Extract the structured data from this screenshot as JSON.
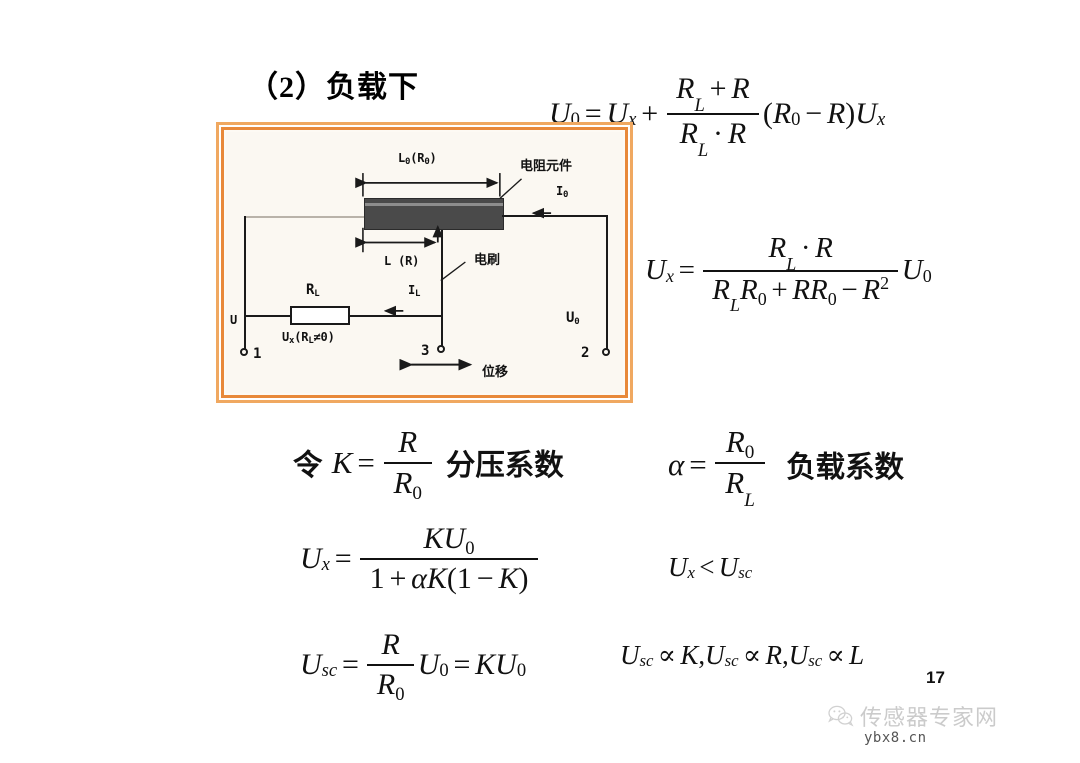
{
  "slide": {
    "heading": "（2）负载下",
    "page_number": "17"
  },
  "formulas": {
    "u0": {
      "lhs": "U",
      "lhs_sub": "0",
      "eq": "=",
      "t1": "U",
      "t1_sub": "x",
      "plus": "+",
      "frac_num_a": "R",
      "frac_num_a_sub": "L",
      "frac_num_op": "+",
      "frac_num_b": "R",
      "frac_den_a": "R",
      "frac_den_a_sub": "L",
      "frac_den_op": "·",
      "frac_den_b": "R",
      "tail_open": "(",
      "tail_r0": "R",
      "tail_r0_sub": "0",
      "tail_minus": "−",
      "tail_r": "R",
      "tail_close": ")",
      "tail_u": "U",
      "tail_u_sub": "x"
    },
    "ux": {
      "lhs": "U",
      "lhs_sub": "x",
      "eq": "=",
      "num_a": "R",
      "num_a_sub": "L",
      "num_op": "·",
      "num_b": "R",
      "den": "R",
      "den_l": "L",
      "den_r0": "R",
      "den_r0_sub": "0",
      "den_plus": "+",
      "den_rr": "RR",
      "den_rr_sub": "0",
      "den_minus": "−",
      "den_rsq": "R",
      "den_rsq_sup": "2",
      "tail_u": "U",
      "tail_u_sub": "0"
    },
    "k_definition": {
      "prefix": "令",
      "symbol": "K",
      "eq": "=",
      "num": "R",
      "den": "R",
      "den_sub": "0",
      "label": "分压系数"
    },
    "alpha_definition": {
      "symbol": "α",
      "eq": "=",
      "num": "R",
      "num_sub": "0",
      "den": "R",
      "den_sub": "L",
      "label": "负载系数"
    },
    "ux_k": {
      "lhs": "U",
      "lhs_sub": "x",
      "eq": "=",
      "num_k": "KU",
      "num_sub": "0",
      "den_one": "1",
      "den_plus": "+",
      "den_alpha": "α",
      "den_k": "K",
      "den_open": "(",
      "den_one2": "1",
      "den_minus": "−",
      "den_k2": "K",
      "den_close": ")"
    },
    "inequality": {
      "lhs": "U",
      "lhs_sub": "x",
      "op": "<",
      "rhs": "U",
      "rhs_sub": "sc"
    },
    "usc": {
      "lhs": "U",
      "lhs_sub": "sc",
      "eq": "=",
      "num": "R",
      "den": "R",
      "den_sub": "0",
      "u": "U",
      "u_sub": "0",
      "eq2": "=",
      "ku": "KU",
      "ku_sub": "0"
    },
    "proportionality": {
      "p1_u": "U",
      "p1_sub": "sc",
      "p1_op": "∝",
      "p1_val": "K",
      "comma1": ",",
      "p2_u": "U",
      "p2_sub": "sc",
      "p2_op": "∝",
      "p2_val": "R",
      "comma2": ",",
      "p3_u": "U",
      "p3_sub": "sc",
      "p3_op": "∝",
      "p3_val": "L"
    }
  },
  "figure": {
    "labels": {
      "total_length": "L",
      "total_length_sub": "0",
      "total_length_paren": "(R",
      "total_length_paren_sub": "0",
      "total_length_paren_close": ")",
      "resistive_element": "电阻元件",
      "current_i0": "I",
      "current_i0_sub": "0",
      "partial_length": "L",
      "partial_length_paren": "(R)",
      "brush": "电刷",
      "current_il": "I",
      "current_il_sub": "L",
      "load_resistor": "R",
      "load_resistor_sub": "L",
      "voltage_ux": "U",
      "voltage_ux_sub": "x",
      "voltage_ux_cond": "(R",
      "voltage_ux_cond_sub": "L",
      "voltage_ux_cond_tail": "≠0)",
      "voltage_u_left": "U",
      "voltage_u0_right": "U",
      "voltage_u0_right_sub": "0",
      "terminal_1": "1",
      "terminal_2": "2",
      "terminal_3": "3",
      "displacement": "位移"
    }
  },
  "watermark": {
    "icon": "wechat-icon",
    "text": "传感器专家网",
    "url": "ybx8.cn"
  },
  "colors": {
    "frame_outer": "#f0a860",
    "frame_inner": "#e8893a",
    "figure_bg": "#fbf8f2",
    "ink": "#111111",
    "resistive_bar": "#4a4a4a",
    "page_bg": "#ffffff"
  }
}
